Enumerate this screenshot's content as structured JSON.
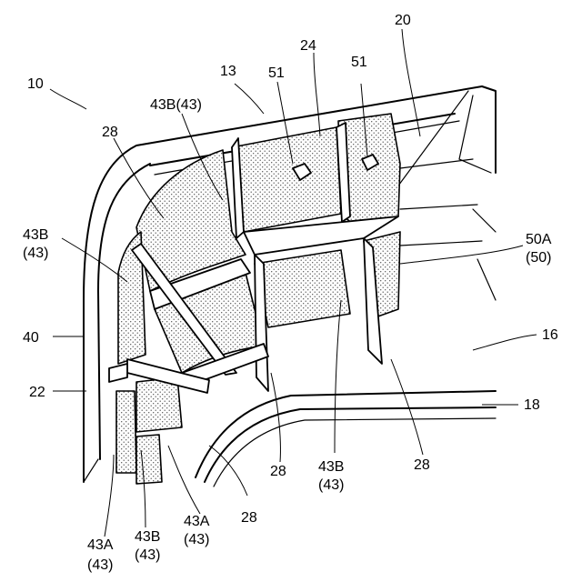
{
  "figure": {
    "labels": {
      "l10": "10",
      "l13": "13",
      "l20": "20",
      "l24": "24",
      "l51a": "51",
      "l51b": "51",
      "l28a": "28",
      "l43b_top": "43B(43)",
      "l43b_left_1": "43B",
      "l43b_left_2": "(43)",
      "l40": "40",
      "l22": "22",
      "l50a_1": "50A",
      "l50a_2": "(50)",
      "l16": "16",
      "l18": "18",
      "l28b": "28",
      "l43b_mid_1": "43B",
      "l43b_mid_2": "(43)",
      "l28c": "28",
      "l28d": "28",
      "l43a_bl_1": "43A",
      "l43a_bl_2": "(43)",
      "l43b_bm_1": "43B",
      "l43b_bm_2": "(43)",
      "l43a_bc_1": "43A",
      "l43a_bc_2": "(43)"
    }
  }
}
